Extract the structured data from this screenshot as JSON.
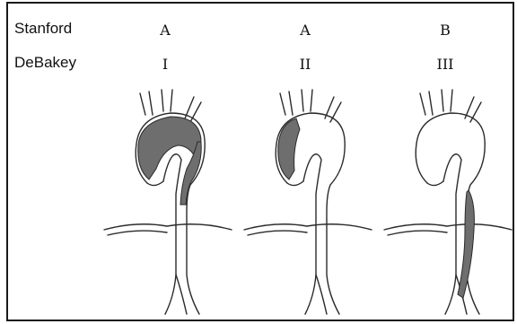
{
  "rows": {
    "stanford_label": "Stanford",
    "debakey_label": "DeBakey"
  },
  "columns": [
    {
      "stanford": "A",
      "debakey": "I",
      "dissected_region": "ascending-arch-descending",
      "icon": "aorta-dissection-type-i"
    },
    {
      "stanford": "A",
      "debakey": "II",
      "dissected_region": "ascending-only",
      "icon": "aorta-dissection-type-ii"
    },
    {
      "stanford": "B",
      "debakey": "III",
      "dissected_region": "descending-only",
      "icon": "aorta-dissection-type-iii"
    }
  ],
  "colors": {
    "line": "#2a2a2a",
    "dissection_fill": "#6e6e6e",
    "frame": "#1a1a1a"
  }
}
